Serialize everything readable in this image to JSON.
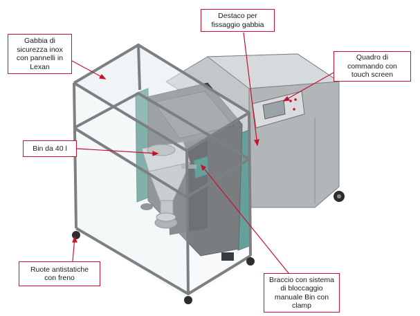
{
  "colors": {
    "callout_border": "#c8102e",
    "leader_line": "#c8102e",
    "frame_steel": "#8a8d90",
    "machine_body": "#b9bcbf",
    "lexan_panel": "#e6eef0",
    "teal_panel": "#2f7f74",
    "hopper_dark": "#3c3f42"
  },
  "callouts": {
    "cage": "Gabbia di\nsicurezza inox\ncon pannelli in\nLexan",
    "clamp_top": "Destaco per\nfissaggio gabbia",
    "control_panel": "Quadro di\ncommando con\ntouch screen",
    "bin": "Bin da 40 l",
    "wheels": "Ruote antistatiche\ncon freno",
    "arm": "Braccio con sistema\ndi bloccaggio\nmanuale Bin con\nclamp"
  }
}
